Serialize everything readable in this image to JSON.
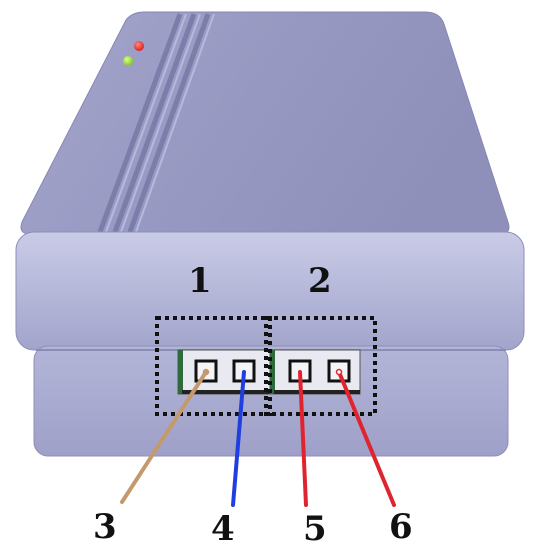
{
  "labels": {
    "group_1": "1",
    "group_2": "2",
    "wire_3": "3",
    "wire_4": "4",
    "wire_5": "5",
    "wire_6": "6"
  },
  "leds": [
    {
      "name": "red-led",
      "color": "#e8211f"
    },
    {
      "name": "green-led",
      "color": "#8fd12a"
    }
  ],
  "wire_colors": {
    "wire_3": "#c49a6c",
    "wire_4": "#1f3fe0",
    "wire_5": "#e0242f",
    "wire_6": "#e0242f"
  },
  "device_color": "#a9abcf"
}
